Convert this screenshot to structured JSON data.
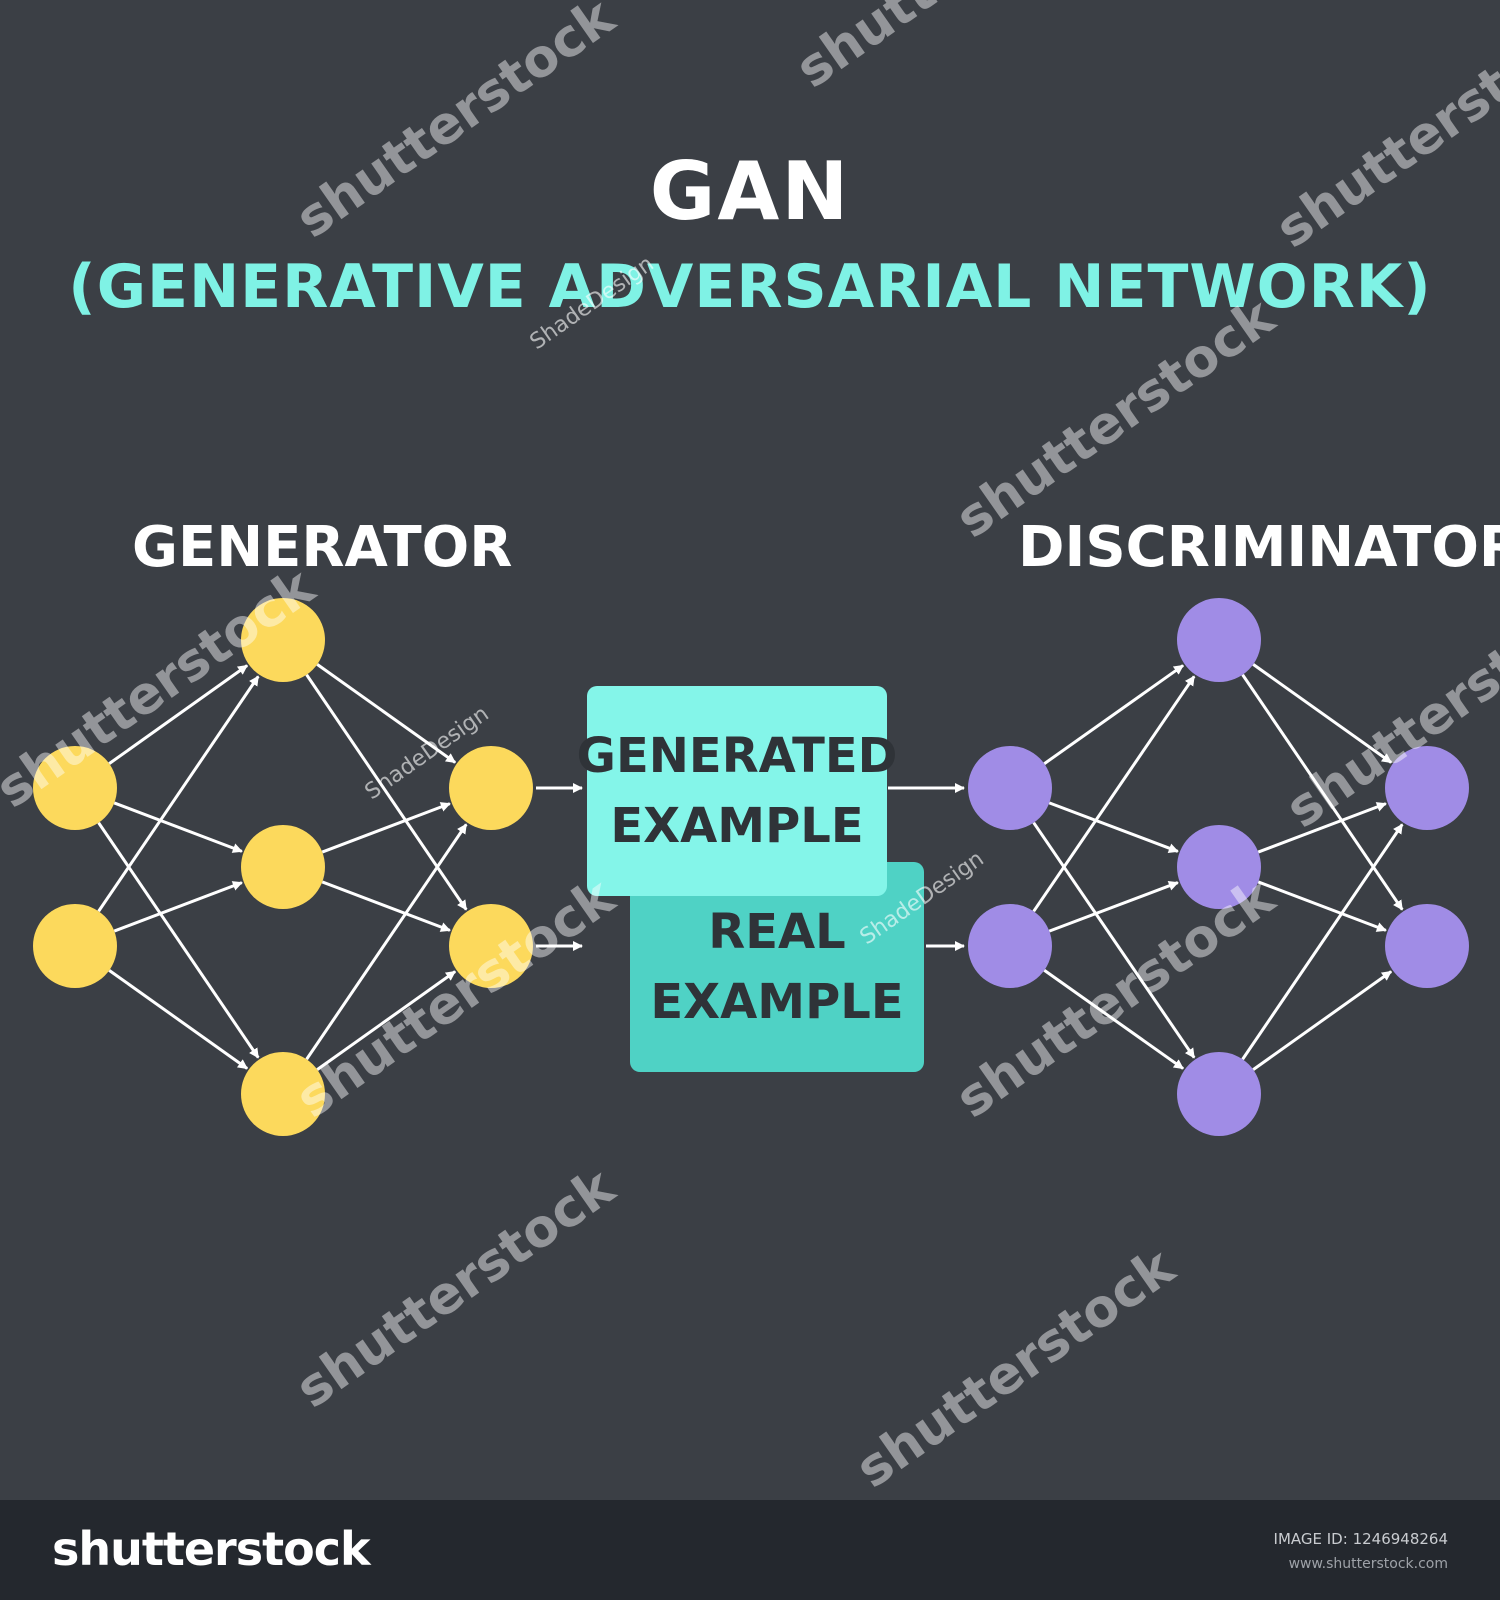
{
  "title": "GAN",
  "subtitle": "(GENERATIVE ADVERSARIAL NETWORK)",
  "generator": {
    "label": "GENERATOR",
    "node_color": "#fcd95c"
  },
  "discriminator": {
    "label": "DISCRIMINATOR",
    "node_color": "#a08ce6"
  },
  "cards": {
    "generated": {
      "line1": "GENERATED",
      "line2": "EXAMPLE",
      "color": "#84f5e9"
    },
    "real": {
      "line1": "REAL",
      "line2": "EXAMPLE",
      "color": "#4fd2c5"
    }
  },
  "colors": {
    "background": "#3b3f45",
    "subtitle": "#7ff2e5",
    "arrow": "#ffffff"
  },
  "watermarks": {
    "brand": "shutterstock",
    "author": "ShadeDesign"
  },
  "footer": {
    "logo": "shutterstock",
    "image_id_label": "IMAGE ID:",
    "image_id": "1246948264",
    "url": "www.shutterstock.com"
  }
}
